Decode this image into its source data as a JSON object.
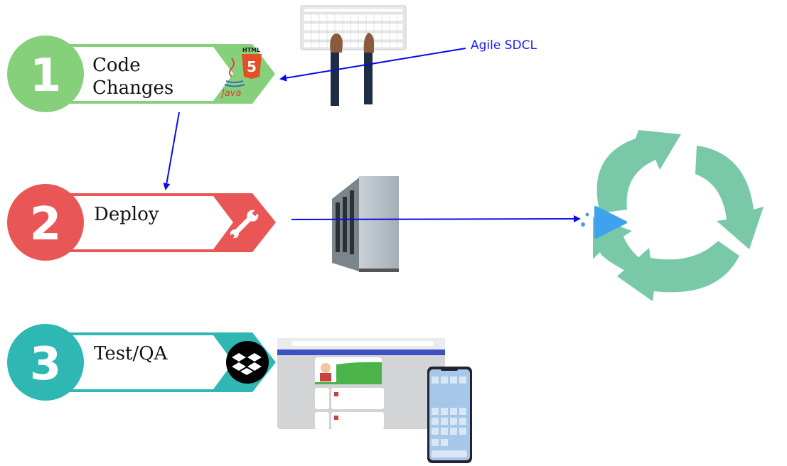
{
  "steps": [
    {
      "number": "1",
      "label_line1": "Code",
      "label_line2": "Changes",
      "color": "#86d07b"
    },
    {
      "number": "2",
      "label_line1": "Deploy",
      "label_line2": "",
      "color": "#e85656"
    },
    {
      "number": "3",
      "label_line1": "Test/QA",
      "label_line2": "",
      "color": "#2fb8b3"
    }
  ],
  "annotation": {
    "agile": "Agile SDCL"
  },
  "icons": {
    "html5_text": "HTML",
    "html5_number": "5",
    "java_text": "Java"
  },
  "colors": {
    "arrow": "#0a0ae6",
    "cycle": "#79c9a9",
    "play": "#3fa2ee"
  }
}
